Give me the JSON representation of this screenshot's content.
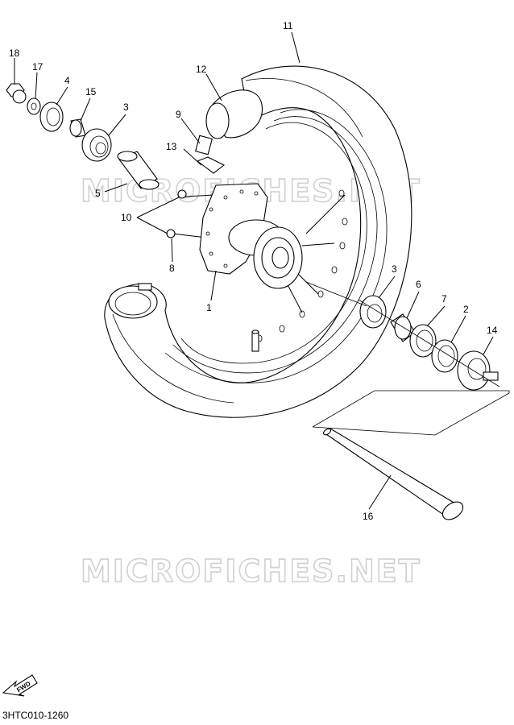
{
  "diagram": {
    "callouts": [
      {
        "id": "11",
        "label": "11"
      },
      {
        "id": "12",
        "label": "12"
      },
      {
        "id": "9",
        "label": "9"
      },
      {
        "id": "13",
        "label": "13"
      },
      {
        "id": "18",
        "label": "18"
      },
      {
        "id": "17",
        "label": "17"
      },
      {
        "id": "4",
        "label": "4"
      },
      {
        "id": "15",
        "label": "15"
      },
      {
        "id": "3a",
        "label": "3"
      },
      {
        "id": "5",
        "label": "5"
      },
      {
        "id": "10",
        "label": "10"
      },
      {
        "id": "8",
        "label": "8"
      },
      {
        "id": "1",
        "label": "1"
      },
      {
        "id": "3b",
        "label": "3"
      },
      {
        "id": "6",
        "label": "6"
      },
      {
        "id": "7",
        "label": "7"
      },
      {
        "id": "2",
        "label": "2"
      },
      {
        "id": "14",
        "label": "14"
      },
      {
        "id": "16",
        "label": "16"
      }
    ],
    "watermark": "MICROFICHES.NET",
    "fwd_label": "FWD",
    "code": "3HTC010-1260"
  }
}
